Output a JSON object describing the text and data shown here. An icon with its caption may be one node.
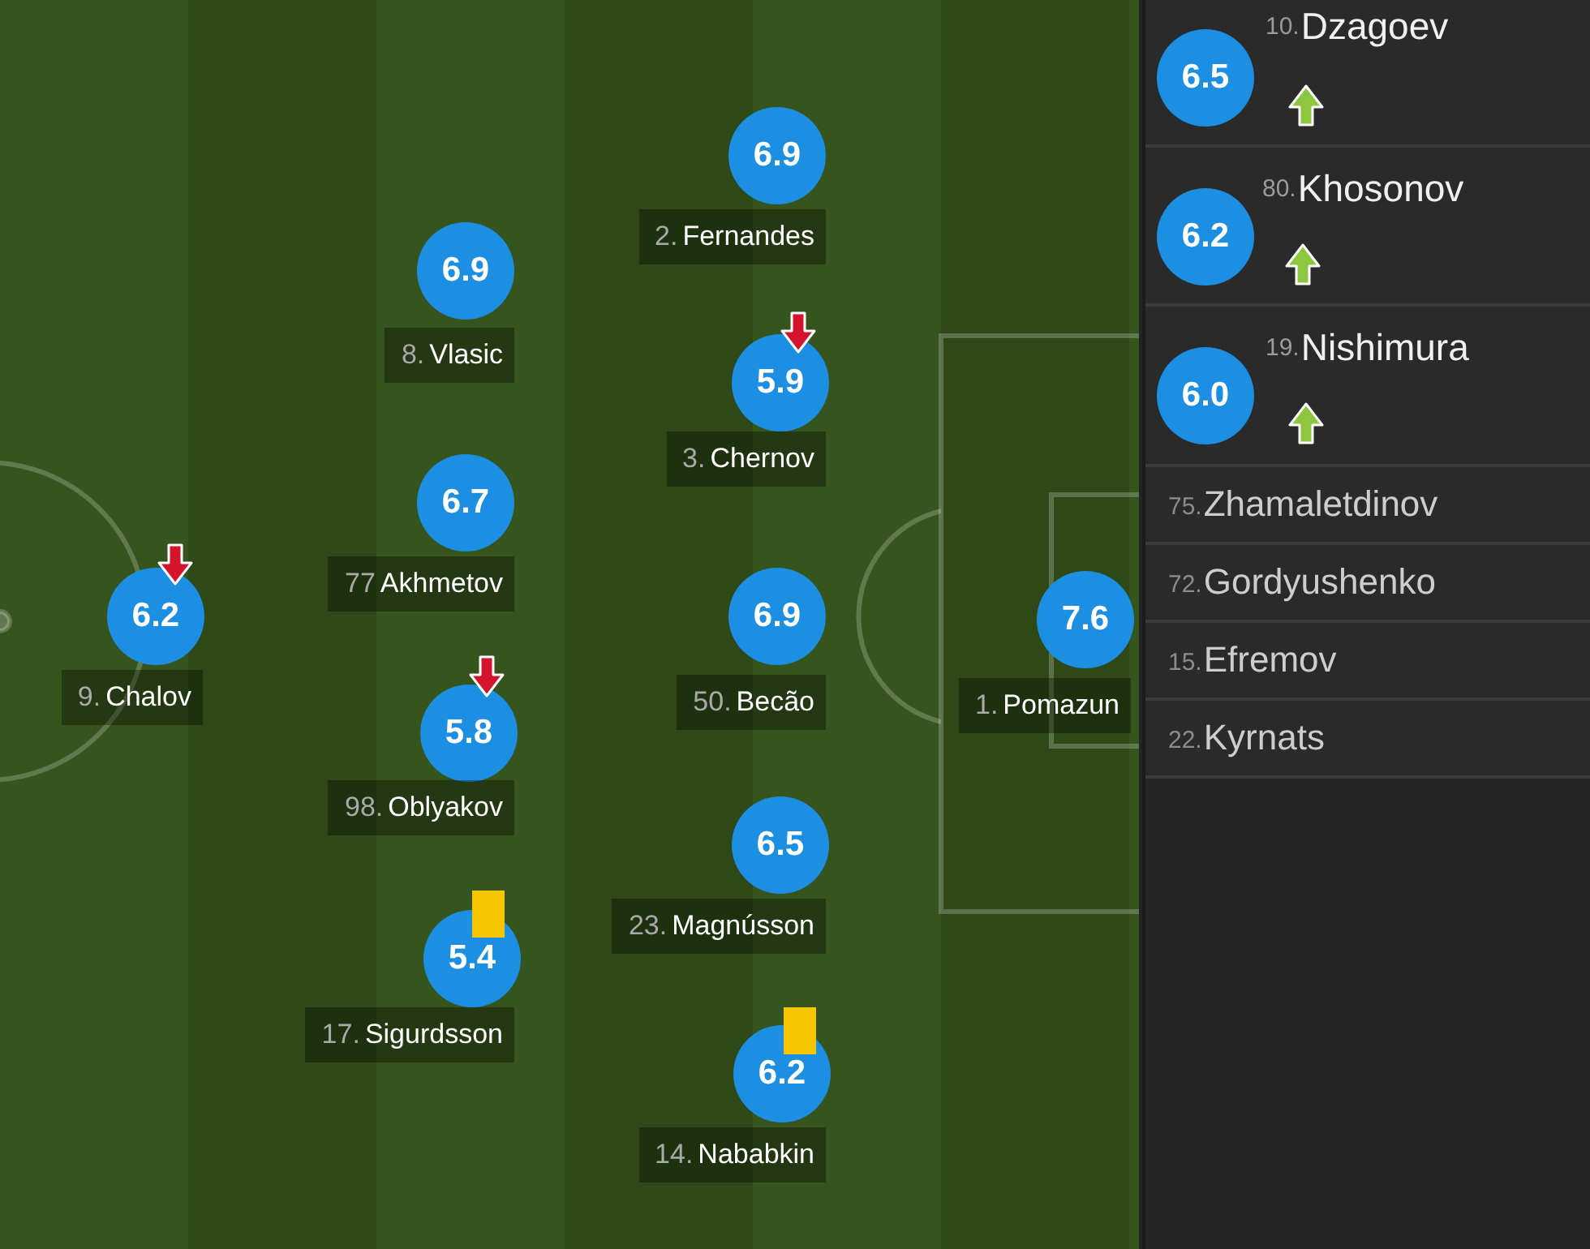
{
  "diagram": {
    "nodes": [
      {
        "text": [
          "6.2"
        ]
      },
      {
        "text": [
          "9.",
          "Chalov"
        ]
      },
      {
        "text": [
          "6.9"
        ]
      },
      {
        "text": [
          "8.",
          "Vlasic"
        ]
      },
      {
        "text": [
          "6.7"
        ]
      },
      {
        "text": [
          "77",
          "Akhmetov"
        ]
      },
      {
        "text": [
          "5.8"
        ]
      },
      {
        "text": [
          "98.",
          "Oblyakov"
        ]
      },
      {
        "text": [
          "5.4"
        ]
      },
      {
        "text": [
          "17.",
          "Sigurdsson"
        ]
      },
      {
        "text": [
          "6.9"
        ]
      },
      {
        "text": [
          "2.",
          "Fernandes"
        ]
      },
      {
        "text": [
          "5.9"
        ]
      },
      {
        "text": [
          "3.",
          "Chernov"
        ]
      },
      {
        "text": [
          "6.9"
        ]
      },
      {
        "text": [
          "50.",
          "Becão"
        ]
      },
      {
        "text": [
          "6.5"
        ]
      },
      {
        "text": [
          "23.",
          "Magnússon"
        ]
      },
      {
        "text": [
          "6.2"
        ]
      },
      {
        "text": [
          "14.",
          "Nababkin"
        ]
      },
      {
        "text": [
          "7.6"
        ]
      },
      {
        "text": [
          "1.",
          "Pomazun"
        ]
      },
      {
        "text": [
          "10.",
          "Dzagoev"
        ]
      },
      {
        "text": [
          "6.5"
        ],
        "in": 22
      },
      {
        "text": [
          "80.",
          "Khosonov"
        ]
      },
      {
        "text": [
          "6.2"
        ],
        "in": 24
      },
      {
        "text": [
          "19.",
          "Nishimura"
        ]
      },
      {
        "text": [
          "6.0"
        ],
        "in": 26
      },
      {
        "text": [
          "75.",
          "Zhamaletdinov"
        ]
      },
      {
        "text": [
          "72.",
          "Gordyushenko"
        ]
      },
      {
        "text": [
          "15.",
          "Efremov"
        ]
      },
      {
        "text": [
          "22.",
          "Kyrnats"
        ]
      }
    ]
  }
}
